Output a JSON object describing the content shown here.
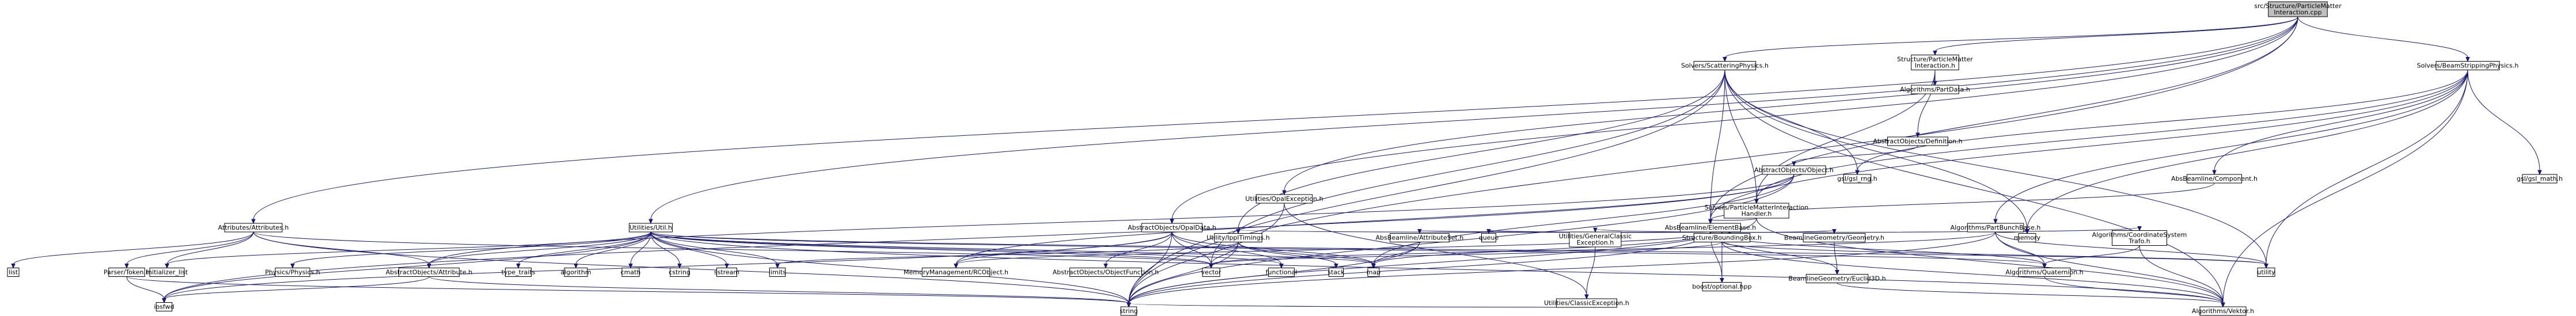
{
  "nodes": [
    {
      "id": "root",
      "lines": [
        "src/Structure/ParticleMatter",
        "Interaction.cpp"
      ],
      "highlight": true
    },
    {
      "id": "spmi_h",
      "lines": [
        "Structure/ParticleMatter",
        "Interaction.h"
      ]
    },
    {
      "id": "sp_h",
      "lines": [
        "Solvers/ScatteringPhysics.h"
      ]
    },
    {
      "id": "bsp_h",
      "lines": [
        "Solvers/BeamStrippingPhysics.h"
      ]
    },
    {
      "id": "attr_h",
      "lines": [
        "Attributes/Attributes.h"
      ]
    },
    {
      "id": "util_h",
      "lines": [
        "Utilities/Util.h"
      ]
    },
    {
      "id": "opaldata_h",
      "lines": [
        "AbstractObjects/OpalData.h"
      ]
    },
    {
      "id": "opalexc_h",
      "lines": [
        "Utilities/OpalException.h"
      ]
    },
    {
      "id": "abselem_h",
      "lines": [
        "AbsBeamline/ElementBase.h"
      ]
    },
    {
      "id": "pmih_h",
      "lines": [
        "Solvers/ParticleMatterInteraction",
        "Handler.h"
      ]
    },
    {
      "id": "partdata_h",
      "lines": [
        "Algorithms/PartData.h"
      ]
    },
    {
      "id": "definition_h",
      "lines": [
        "AbstractObjects/Definition.h"
      ]
    },
    {
      "id": "object_h",
      "lines": [
        "AbstractObjects/Object.h"
      ],
      "red": true
    },
    {
      "id": "gsl_rng",
      "lines": [
        "gsl/gsl_rng.h"
      ]
    },
    {
      "id": "gsl_math",
      "lines": [
        "gsl/gsl_math.h"
      ]
    },
    {
      "id": "component_h",
      "lines": [
        "AbsBeamline/Component.h"
      ],
      "red": true
    },
    {
      "id": "partbunch_h",
      "lines": [
        "Algorithms/PartBunchBase.h"
      ],
      "red": true
    },
    {
      "id": "coordsys_h",
      "lines": [
        "Algorithms/CoordinateSystem",
        "Trafo.h"
      ],
      "red": true
    },
    {
      "id": "ippl_h",
      "lines": [
        "Utility/IpplTimings.h"
      ],
      "red": true
    },
    {
      "id": "attrset_h",
      "lines": [
        "AbsBeamline/AttributeSet.h"
      ]
    },
    {
      "id": "queue",
      "lines": [
        "queue"
      ]
    },
    {
      "id": "genclass_h",
      "lines": [
        "Utilities/GeneralClassic",
        "Exception.h"
      ]
    },
    {
      "id": "boundbox_h",
      "lines": [
        "Structure/BoundingBox.h"
      ]
    },
    {
      "id": "beamgeom_h",
      "lines": [
        "BeamlineGeometry/Geometry.h"
      ]
    },
    {
      "id": "memory",
      "lines": [
        "memory"
      ]
    },
    {
      "id": "parser_h",
      "lines": [
        "Parser/Token.h"
      ]
    },
    {
      "id": "list",
      "lines": [
        "list"
      ]
    },
    {
      "id": "init_list",
      "lines": [
        "initializer_list"
      ]
    },
    {
      "id": "physics_h",
      "lines": [
        "Physics/Physics.h"
      ]
    },
    {
      "id": "aoattr_h",
      "lines": [
        "AbstractObjects/Attribute.h"
      ],
      "red": true
    },
    {
      "id": "type_traits",
      "lines": [
        "type_traits"
      ]
    },
    {
      "id": "algorithm",
      "lines": [
        "algorithm"
      ]
    },
    {
      "id": "cmath",
      "lines": [
        "cmath"
      ]
    },
    {
      "id": "cstring",
      "lines": [
        "cstring"
      ]
    },
    {
      "id": "sstream",
      "lines": [
        "sstream"
      ]
    },
    {
      "id": "limits",
      "lines": [
        "limits"
      ]
    },
    {
      "id": "rcobject_h",
      "lines": [
        "MemoryManagement/RCObject.h"
      ]
    },
    {
      "id": "objfunc_h",
      "lines": [
        "AbstractObjects/ObjectFunction.h"
      ]
    },
    {
      "id": "vector",
      "lines": [
        "vector"
      ]
    },
    {
      "id": "functional",
      "lines": [
        "functional"
      ]
    },
    {
      "id": "stack",
      "lines": [
        "stack"
      ]
    },
    {
      "id": "map",
      "lines": [
        "map"
      ]
    },
    {
      "id": "classicexc_h",
      "lines": [
        "Utilities/ClassicException.h"
      ]
    },
    {
      "id": "boost_opt",
      "lines": [
        "boost/optional.hpp"
      ]
    },
    {
      "id": "euclid_h",
      "lines": [
        "BeamlineGeometry/Euclid3D.h"
      ],
      "red": true
    },
    {
      "id": "quaternion_h",
      "lines": [
        "Algorithms/Quaternion.h"
      ],
      "red": true
    },
    {
      "id": "utility",
      "lines": [
        "utility"
      ]
    },
    {
      "id": "vektor_h",
      "lines": [
        "Algorithms/Vektor.h"
      ],
      "red": true
    },
    {
      "id": "iosfwd",
      "lines": [
        "iosfwd"
      ]
    },
    {
      "id": "string",
      "lines": [
        "string"
      ]
    }
  ],
  "edges": [
    [
      "root",
      "spmi_h"
    ],
    [
      "root",
      "sp_h"
    ],
    [
      "root",
      "bsp_h"
    ],
    [
      "root",
      "attr_h"
    ],
    [
      "root",
      "util_h"
    ],
    [
      "root",
      "opaldata_h"
    ],
    [
      "root",
      "opalexc_h"
    ],
    [
      "root",
      "abselem_h"
    ],
    [
      "root",
      "string"
    ],
    [
      "spmi_h",
      "partdata_h"
    ],
    [
      "spmi_h",
      "definition_h"
    ],
    [
      "spmi_h",
      "pmih_h"
    ],
    [
      "definition_h",
      "object_h"
    ],
    [
      "object_h",
      "rcobject_h"
    ],
    [
      "object_h",
      "aoattr_h"
    ],
    [
      "object_h",
      "iosfwd"
    ],
    [
      "object_h",
      "string"
    ],
    [
      "object_h",
      "map"
    ],
    [
      "sp_h",
      "pmih_h"
    ],
    [
      "sp_h",
      "abselem_h"
    ],
    [
      "sp_h",
      "gsl_rng"
    ],
    [
      "sp_h",
      "ippl_h"
    ],
    [
      "sp_h",
      "memory"
    ],
    [
      "sp_h",
      "vector"
    ],
    [
      "sp_h",
      "string"
    ],
    [
      "sp_h",
      "vektor_h"
    ],
    [
      "sp_h",
      "utility"
    ],
    [
      "bsp_h",
      "pmih_h"
    ],
    [
      "bsp_h",
      "abselem_h"
    ],
    [
      "bsp_h",
      "gsl_rng"
    ],
    [
      "bsp_h",
      "gsl_math"
    ],
    [
      "bsp_h",
      "component_h"
    ],
    [
      "bsp_h",
      "partbunch_h"
    ],
    [
      "bsp_h",
      "memory"
    ],
    [
      "bsp_h",
      "utility"
    ],
    [
      "bsp_h",
      "vektor_h"
    ],
    [
      "pmih_h",
      "abselem_h"
    ],
    [
      "pmih_h",
      "string"
    ],
    [
      "pmih_h",
      "vektor_h"
    ],
    [
      "component_h",
      "abselem_h"
    ],
    [
      "abselem_h",
      "ippl_h"
    ],
    [
      "abselem_h",
      "attrset_h"
    ],
    [
      "abselem_h",
      "queue"
    ],
    [
      "abselem_h",
      "genclass_h"
    ],
    [
      "abselem_h",
      "boundbox_h"
    ],
    [
      "abselem_h",
      "beamgeom_h"
    ],
    [
      "abselem_h",
      "euclid_h"
    ],
    [
      "abselem_h",
      "quaternion_h"
    ],
    [
      "abselem_h",
      "rcobject_h"
    ],
    [
      "abselem_h",
      "map"
    ],
    [
      "abselem_h",
      "string"
    ],
    [
      "abselem_h",
      "memory"
    ],
    [
      "abselem_h",
      "boost_opt"
    ],
    [
      "partbunch_h",
      "coordsys_h"
    ],
    [
      "partbunch_h",
      "quaternion_h"
    ],
    [
      "partbunch_h",
      "vektor_h"
    ],
    [
      "partbunch_h",
      "memory"
    ],
    [
      "partbunch_h",
      "utility"
    ],
    [
      "partbunch_h",
      "vector"
    ],
    [
      "partbunch_h",
      "string"
    ],
    [
      "coordsys_h",
      "quaternion_h"
    ],
    [
      "coordsys_h",
      "vektor_h"
    ],
    [
      "ippl_h",
      "limits"
    ],
    [
      "ippl_h",
      "vector"
    ],
    [
      "ippl_h",
      "stack"
    ],
    [
      "ippl_h",
      "map"
    ],
    [
      "ippl_h",
      "string"
    ],
    [
      "attrset_h",
      "map"
    ],
    [
      "attrset_h",
      "string"
    ],
    [
      "genclass_h",
      "classicexc_h"
    ],
    [
      "boundbox_h",
      "vektor_h"
    ],
    [
      "boundbox_h",
      "boost_opt"
    ],
    [
      "boundbox_h",
      "vector"
    ],
    [
      "boundbox_h",
      "utility"
    ],
    [
      "beamgeom_h",
      "euclid_h"
    ],
    [
      "quaternion_h",
      "vektor_h"
    ],
    [
      "euclid_h",
      "vektor_h"
    ],
    [
      "classicexc_h",
      "string"
    ],
    [
      "opaldata_h",
      "rcobject_h"
    ],
    [
      "opaldata_h",
      "objfunc_h"
    ],
    [
      "opaldata_h",
      "vector"
    ],
    [
      "opaldata_h",
      "string"
    ],
    [
      "opaldata_h",
      "map"
    ],
    [
      "opaldata_h",
      "functional"
    ],
    [
      "opaldata_h",
      "iosfwd"
    ],
    [
      "opalexc_h",
      "classicexc_h"
    ],
    [
      "opalexc_h",
      "string"
    ],
    [
      "attr_h",
      "parser_h"
    ],
    [
      "attr_h",
      "list"
    ],
    [
      "attr_h",
      "init_list"
    ],
    [
      "attr_h",
      "aoattr_h"
    ],
    [
      "attr_h",
      "string"
    ],
    [
      "attr_h",
      "vector"
    ],
    [
      "parser_h",
      "iosfwd"
    ],
    [
      "parser_h",
      "string"
    ],
    [
      "aoattr_h",
      "iosfwd"
    ],
    [
      "aoattr_h",
      "string"
    ],
    [
      "util_h",
      "init_list"
    ],
    [
      "util_h",
      "physics_h"
    ],
    [
      "util_h",
      "aoattr_h"
    ],
    [
      "util_h",
      "type_traits"
    ],
    [
      "util_h",
      "algorithm"
    ],
    [
      "util_h",
      "cmath"
    ],
    [
      "util_h",
      "cstring"
    ],
    [
      "util_h",
      "sstream"
    ],
    [
      "util_h",
      "limits"
    ],
    [
      "util_h",
      "vector"
    ],
    [
      "util_h",
      "functional"
    ],
    [
      "util_h",
      "string"
    ],
    [
      "util_h",
      "utility"
    ],
    [
      "util_h",
      "iosfwd"
    ],
    [
      "util_h",
      "map"
    ],
    [
      "util_h",
      "quaternion_h"
    ],
    [
      "util_h",
      "vektor_h"
    ]
  ]
}
